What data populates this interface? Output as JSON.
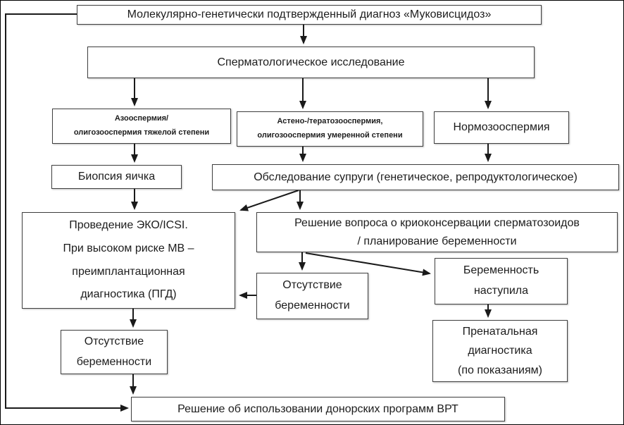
{
  "colors": {
    "background": "#ffffff",
    "box_border": "#3f3f3f",
    "line": "#1a1a1a",
    "text": "#1c1c1c"
  },
  "nodes": {
    "diagnosis": {
      "label": "Молекулярно-генетически подтвержденный диагноз «Муковисцидоз»"
    },
    "sperm_test": {
      "label": "Сперматологическое исследование"
    },
    "azoospermia": {
      "label": "Азооспермия/\nолигозооспермия тяжелой степени"
    },
    "asthenoteratozoospermia": {
      "label": "Астено-/тератозооспермия,\nолигозооспермия умеренной степени"
    },
    "normozoospermia": {
      "label": "Нормозооспермия"
    },
    "biopsy": {
      "label": "Биопсия яичка"
    },
    "wife_exam": {
      "label": "Обследование супруги (генетическое, репродуктологическое)"
    },
    "ivf": {
      "label": "Проведение ЭКО/ICSI.\nПри высоком риске МВ –\nпреимплантационная\nдиагностика (ПГД)"
    },
    "cryo": {
      "label": "Решение вопроса о криоконсервации сперматозоидов\n/ планирование беременности"
    },
    "no_pregnancy_mid": {
      "label": "Отсутствие\nбеременности"
    },
    "pregnancy": {
      "label": "Беременность\nнаступила"
    },
    "prenatal": {
      "label": "Пренатальная\nдиагностика\n(по показаниям)"
    },
    "no_pregnancy_left": {
      "label": "Отсутствие\nбеременности"
    },
    "donor": {
      "label": "Решение об использовании донорских программ ВРТ"
    }
  }
}
